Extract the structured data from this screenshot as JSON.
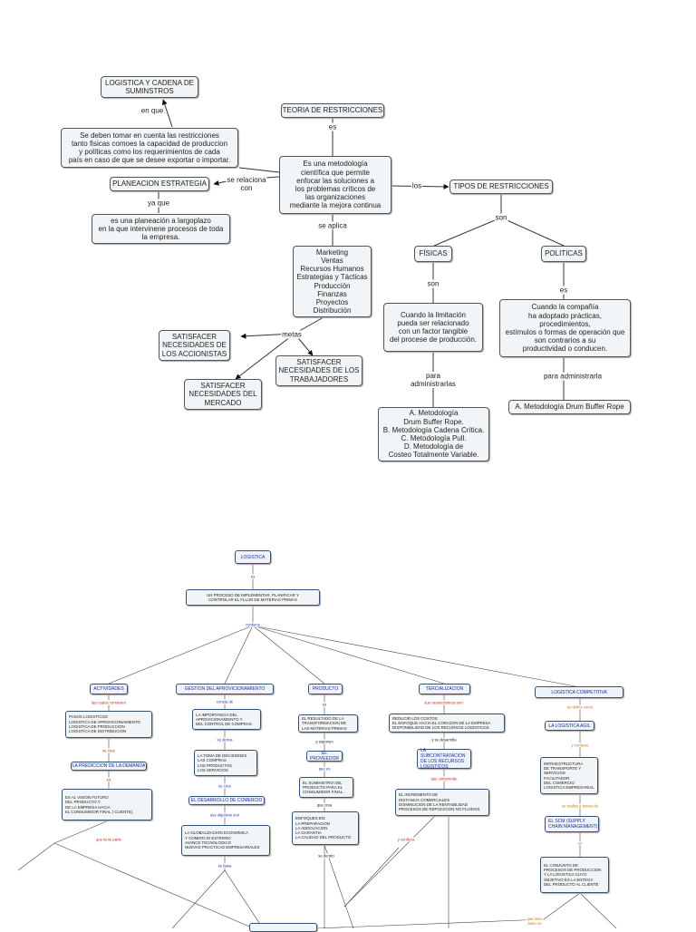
{
  "map1": {
    "logistica_cadena": "LOGISTICA Y CADENA DE\nSUMINSTROS",
    "restricciones_note": "Se deben tomar en cuenta las restricciones\ntanto fisicas comoes la capacidad de produccion\ny políticas como los requerimientos de cada\npaís en caso de que se desee exportar o importar.",
    "planeacion": "PLANEACION ESTRATEGIA",
    "planeacion_desc": "es una planeación a largoplazo\nen la que intervinene procesos de toda\nla empresa.",
    "teoria": "TEORIA DE RESTRICCIONES",
    "metodologia": "Es una metodología\ncientífica que permite\nenfocar las soluciones a\nlos problemas críticos de\nlas organizaciones\nmediante la mejora continua",
    "tipos": "TIPOS DE RESTRICCIONES",
    "fisicas": "FÍSICAS",
    "politicas": "POLITICAS",
    "fisicas_desc": "Cuando la limitación\npueda ser relacionado\ncon un factor tangible\ndel procese de producción.",
    "politicas_desc": "Cuando la compañía\nha adoptado prácticas,\nprocedimientos,\nestímulos o formas de operación que\nson contrarios a su\nproductividad o conducen.",
    "areas": "Marketing\nVentas\nRecursos Humanos\nEstrategias y Tácticas\nProducción\nFinanzas\nProyectos\nDistribución",
    "sat_accionistas": "SATISFACER\nNECESIDADES DE\nLOS ACCIONISTAS",
    "sat_trabajadores": "SATISFACER\nNECESIDADES DE LOS\nTRABAJADORES",
    "sat_mercado": "SATISFACER\nNECESIDADES DEL\nMERCADO",
    "metodologias_list": "A. Metodología\nDrum Buffer Rope.\nB. Metodología Cadena Crítica.\nC. Metodología Pull.\nD. Metodología de\nCosteo Totalmente Variable.",
    "politicas_met": "A. Metodología Drum Buffer Rope",
    "l_en_que": "en que",
    "l_es": "es",
    "l_se_relaciona": "se relaciona\ncon",
    "l_ya_que": "ya que",
    "l_los": "los",
    "l_son": "son",
    "l_se_aplica": "se aplica",
    "l_son2": "son",
    "l_es2": "es",
    "l_metas": "metas",
    "l_para_admin": "para\nadministrarlas",
    "l_para_admin2": "para administrarla"
  },
  "map2": {
    "logistica": "LOGISTICA",
    "proceso": "UN PROCESO DE IMPLEMENTAR, PLANIFICAR Y\nCONTROLAR EL FLUJO DE MATERIAS PRIMAS",
    "actividades": "ACTIVIDADES",
    "gestion": "GESTION DEL APROVICIONAMIENTO",
    "producto": "PRODUCTO",
    "tercializacion": "TERCIALIZACION",
    "competitiva": "LOGISTICA COMPETITIVA",
    "actividades_list": "PASOS LOGISTICOS\nLOGISTICA DE APROVICIONAMIENTO\nLOGISTICA DE PRODUCCION\nLOGISTICA DE DISTRIBUCION",
    "gestion_imp": "LA IMPORTANCIA DEL\nAPROVICIONAMIENTO Y\nDEL CONTROL DE COMPRAS",
    "producto_res": "EL RESULTADO DE LA\nTRANSFORMACION DE\nLAS MATERIAS PRIMAS",
    "terc_reducir": "REDUCIR LOS COSTOS\nEL ENFOQUE HACIA  EL CORAZON DE LA EMPRESA\nDISPONIBILIDAD DE LOS RECURSOS LOGISTICOS",
    "log_agil": "LA LOGISTICA AGIL",
    "prediccion": "LA PREDICCION DE LA DEMANDA",
    "toma_decisiones": "LA TOMA DE DECISIONES\nLAS COMPRAS\nLOS PRODUCTOS\nLOS SERVICIOS",
    "proveedor": "EL PROVEEDOR",
    "subcontratacion": "LA SUBCONTRATACION\nDE LOS RECURSOS\nLOGISTICOS",
    "infraestructura": "INFRAESTRUCTURA\nDE TRANSPORTE Y\nSERVICIOS\nFACILITADOR\nDEL COMERCIO\nLOGISTICA EMPRESARIAL",
    "vision": "ES AL VISION FUTURO\nDEL PRODUCTO Y\nDE LA EMPRESA HACIA\nEL CONSUMIDOR FINAL ( CLIENTE).",
    "desarrollo": "EL DESARROLLO DE COMERCIO",
    "suministro": "EL SUMINISTRO DEL\nPRODUCTO PARA EL\nCONSUMIDOR FINAL.",
    "incremento": "EL INCREMENTO DE\nDISTANCIA COMERCIALES\nDISMINUCION DE LA RENTABILIDAD\nPROCESOS DE REPOCICION NO FLUIDOS",
    "scm": "EL SCM (SUPPLY\nCHAIN MANAGEMENT)",
    "globalizacion": "LA GLOBALIZACION ECONOMICA\nY COMERCIO EXTERNO\nAVANCE TECNOLOGICO\nNUEVAS PRACTICAS EMPRESARIALES",
    "enfoques": "ENFOQUES EN:\nLA PREPARACION\nLA ADECUACION\nLA GARANTIA\nLA CALIDAD DEL PRODUCTO",
    "conjunto": "EL CONJUNTO DE\nPROCESOS DE PRODUCCION\nY LA LOGISTICA CUYO\nOBJETIVO ES LA ENTEGA\nDEL PRODUCTO AL CLIENTE",
    "l_es": "es",
    "l_contiene": "contiene",
    "l_cuales": "las cuales contienen",
    "l_consta": "consta de",
    "l_es_p": "es",
    "l_caracteristicas": "sus caracteristicas son:",
    "l_define": "se define como",
    "l_se_crea": "se crea",
    "l_deriva": "se deriva",
    "l_suponen": "y suponen",
    "l_desarrolla": "y se desarrolla",
    "l_contiene2": "y contiene",
    "l_es2": "es",
    "l_se_crea2": "se crea",
    "l_que_es": "que es",
    "l_que_comprende": "que comprende",
    "l_realiza": "se realiza a traves de",
    "l_objetivos": "sus objetivos son",
    "l_que_crea": "que crea",
    "l_es3": "es",
    "l_parte": "que tiene parte",
    "l_basa": "se basa",
    "l_dentro": "se dentro",
    "l_conlleva": "y conlleva",
    "l_base": "que tiene\nbase en"
  }
}
